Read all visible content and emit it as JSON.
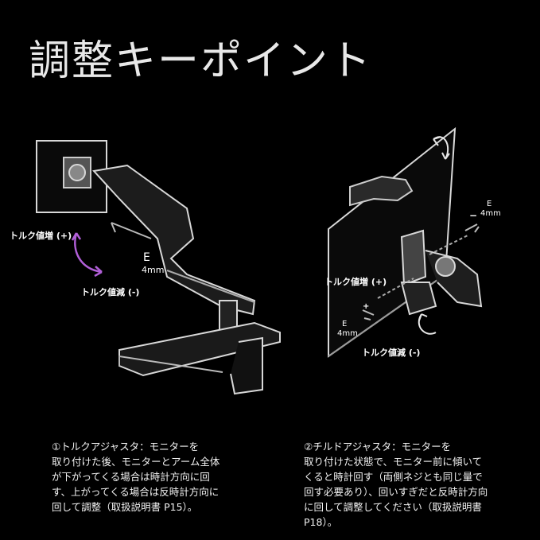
{
  "title": "調整キーポイント",
  "left_figure": {
    "label_plus": "トルク値増 (+)",
    "label_minus": "トルク値減 (-)",
    "key_letter": "E",
    "key_size": "4mm"
  },
  "right_figure": {
    "label_plus": "トルク値増 (+)",
    "label_minus": "トルク値減 (-)",
    "key_letter_top": "E",
    "key_size_top": "4mm",
    "key_letter_bottom": "E",
    "key_size_bottom": "4mm",
    "minus_mark": "−",
    "plus_mark": "+"
  },
  "description_left": {
    "lines": [
      "①トルクアジャスタ：モニターを",
      "取り付けた後、モニターとアーム全体",
      "が下がってくる場合は時計方向に回",
      "す、上がってくる場合は反時計方向に",
      "回して調整（取扱説明書 P15）。"
    ]
  },
  "description_right": {
    "lines": [
      "②チルドアジャスタ：モニターを",
      "取り付けた状態で、モニター前に傾いて",
      "くると時計回す（両側ネジとも同じ量で",
      "回す必要あり）、回いすぎだと反時計方向",
      "に回して調整してください（取扱説明書",
      "P18）。"
    ]
  },
  "colors": {
    "background": "#000000",
    "arrow_accent": "#b15fd8",
    "line": "#d8d8d8"
  }
}
